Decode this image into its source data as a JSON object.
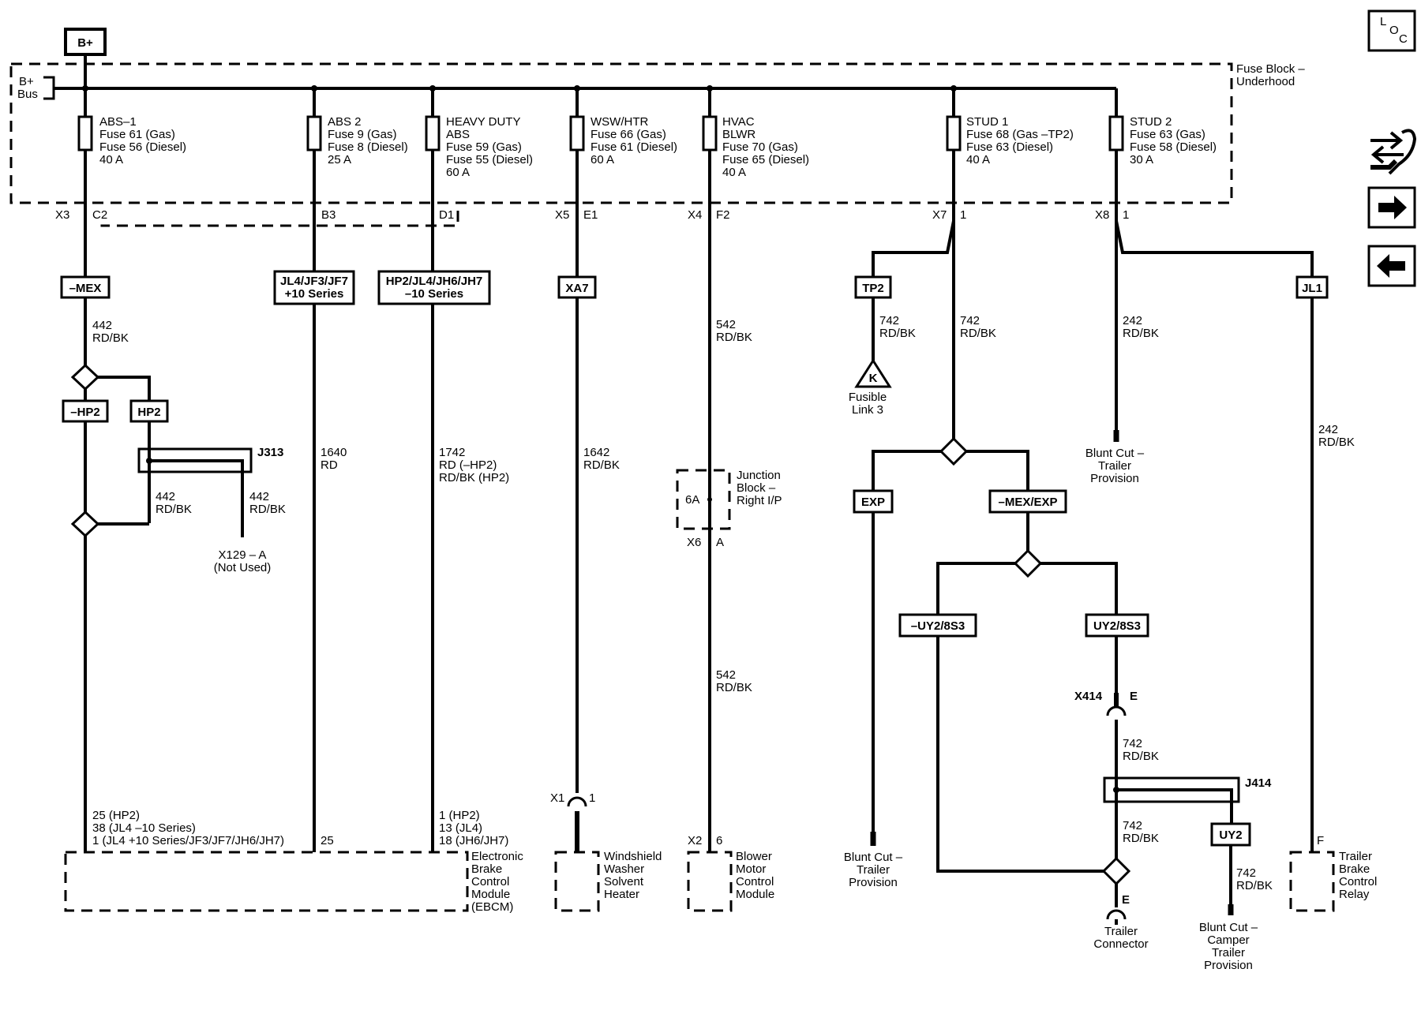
{
  "header": {
    "b_plus": "B+"
  },
  "fuse_block": {
    "title": [
      "Fuse Block –",
      "Underhood"
    ],
    "bus": [
      "B+",
      "Bus"
    ],
    "fuses": [
      {
        "lines": [
          "ABS–1",
          "Fuse 61 (Gas)",
          "Fuse 56 (Diesel)",
          "40 A"
        ]
      },
      {
        "lines": [
          "ABS 2",
          "Fuse 9 (Gas)",
          "Fuse 8 (Diesel)",
          "25 A"
        ]
      },
      {
        "lines": [
          "HEAVY DUTY",
          "ABS",
          "Fuse 59 (Gas)",
          "Fuse 55 (Diesel)",
          "60 A"
        ]
      },
      {
        "lines": [
          "WSW/HTR",
          "Fuse 66 (Gas)",
          "Fuse 61 (Diesel)",
          "60 A"
        ]
      },
      {
        "lines": [
          "HVAC",
          "BLWR",
          "Fuse 70 (Gas)",
          "Fuse 65 (Diesel)",
          "40 A"
        ]
      },
      {
        "lines": [
          "STUD 1",
          "Fuse 68 (Gas –TP2)",
          "Fuse 63 (Diesel)",
          "40 A"
        ]
      },
      {
        "lines": [
          "STUD 2",
          "Fuse 63 (Gas)",
          "Fuse 58 (Diesel)",
          "30 A"
        ]
      }
    ]
  },
  "connectors": {
    "x3": "X3",
    "c2": "C2",
    "b3": "B3",
    "d1": "D1",
    "x5": "X5",
    "e1": "E1",
    "x4": "X4",
    "f2": "F2",
    "x7": "X7",
    "x7_pin": "1",
    "x8": "X8",
    "x8_pin": "1",
    "x6": "X6",
    "x6_pin": "A",
    "x1": "X1",
    "x1_pin": "1",
    "x2": "X2",
    "x2_pin": "6",
    "x414": "X414",
    "x414_pin": "E",
    "ebcm_pin_25": "25",
    "relay_pin": "F",
    "trailer_pin": "E"
  },
  "options": {
    "mex_neg": "–MEX",
    "hp2_neg": "–HP2",
    "hp2": "HP2",
    "jl4_group": [
      "JL4/JF3/JF7",
      "+10 Series"
    ],
    "hp2_group": [
      "HP2/JL4/JH6/JH7",
      "–10 Series"
    ],
    "xa7": "XA7",
    "tp2": "TP2",
    "jl1": "JL1",
    "exp": "EXP",
    "mex_exp": "–MEX/EXP",
    "uy2_8s3_neg": "–UY2/8S3",
    "uy2_8s3": "UY2/8S3",
    "uy2": "UY2"
  },
  "wires": {
    "w442_a": [
      "442",
      "RD/BK"
    ],
    "w442_b": [
      "442",
      "RD/BK"
    ],
    "w442_c": [
      "442",
      "RD/BK"
    ],
    "w1640": [
      "1640",
      "RD"
    ],
    "w1742": [
      "1742",
      "RD (–HP2)",
      "RD/BK (HP2)"
    ],
    "w1642": [
      "1642",
      "RD/BK"
    ],
    "w542_a": [
      "542",
      "RD/BK"
    ],
    "w542_b": [
      "542",
      "RD/BK"
    ],
    "w742_tp2": [
      "742",
      "RD/BK"
    ],
    "w742_stud": [
      "742",
      "RD/BK"
    ],
    "w742_x414": [
      "742",
      "RD/BK"
    ],
    "w742_j414": [
      "742",
      "RD/BK"
    ],
    "w742_uy2": [
      "742",
      "RD/BK"
    ],
    "w242_a": [
      "242",
      "RD/BK"
    ],
    "w242_b": [
      "242",
      "RD/BK"
    ]
  },
  "splices": {
    "j313": "J313",
    "j414": "J414"
  },
  "components": {
    "x129": [
      "X129 – A",
      "(Not Used)"
    ],
    "fusible_link": [
      "Fusible",
      "Link 3"
    ],
    "fusible_letter": "K",
    "junction_block": [
      "Junction",
      "Block –",
      "Right I/P"
    ],
    "junction_pin": "6A",
    "blunt_cut_stud2": [
      "Blunt Cut –",
      "Trailer",
      "Provision"
    ],
    "blunt_cut_exp": [
      "Blunt Cut –",
      "Trailer",
      "Provision"
    ],
    "blunt_cut_camper": [
      "Blunt Cut –",
      "Camper",
      "Trailer",
      "Provision"
    ],
    "trailer_connector": [
      "Trailer",
      "Connector"
    ],
    "ebcm_pins": [
      "25 (HP2)",
      "38 (JL4 –10 Series)",
      "1 (JL4 +10 Series/JF3/JF7/JH6/JH7)"
    ],
    "ebcm_pins_right": [
      "1 (HP2)",
      "13 (JL4)",
      "18 (JH6/JH7)"
    ],
    "ebcm": [
      "Electronic",
      "Brake",
      "Control",
      "Module",
      "(EBCM)"
    ],
    "washer_heater": [
      "Windshield",
      "Washer",
      "Solvent",
      "Heater"
    ],
    "blower_module": [
      "Blower",
      "Motor",
      "Control",
      "Module"
    ],
    "trailer_relay": [
      "Trailer",
      "Brake",
      "Control",
      "Relay"
    ]
  },
  "nav": {
    "loc": [
      "L",
      "O",
      "C"
    ],
    "loc_icon": "location-icon",
    "tools_icon": "tools-icon",
    "next_icon": "arrow-right-icon",
    "prev_icon": "arrow-left-icon"
  }
}
